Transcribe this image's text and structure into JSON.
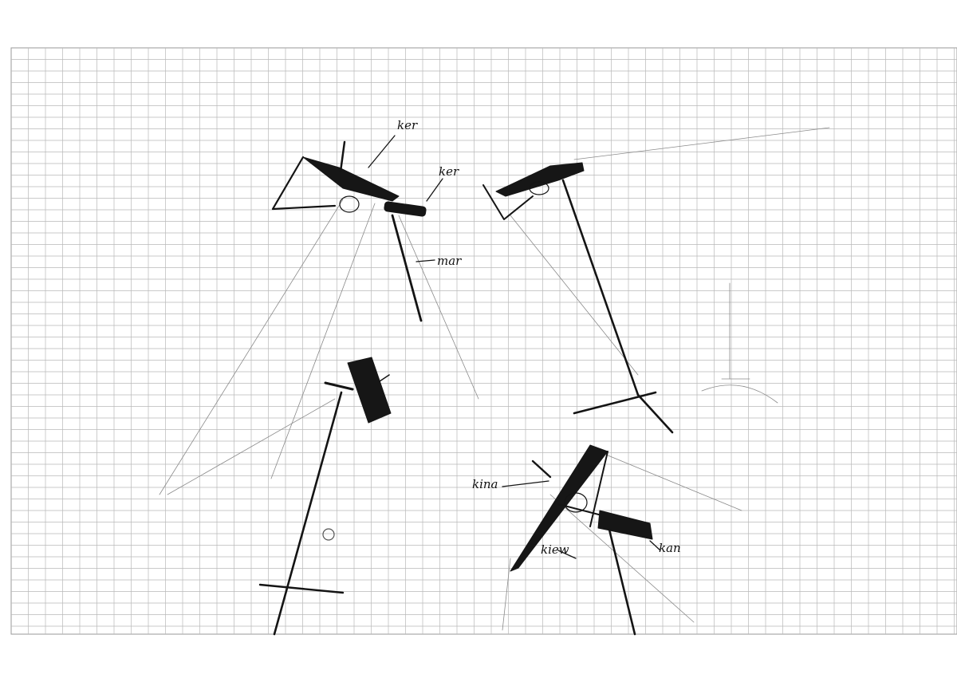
{
  "sketch": {
    "handwritten_notes": [
      "ker",
      "ker",
      "mar",
      "kina",
      "kiew",
      "kan"
    ],
    "colors": {
      "paper": "#ffffff",
      "grid": "#b8b8b8",
      "ink": "#141414"
    }
  }
}
